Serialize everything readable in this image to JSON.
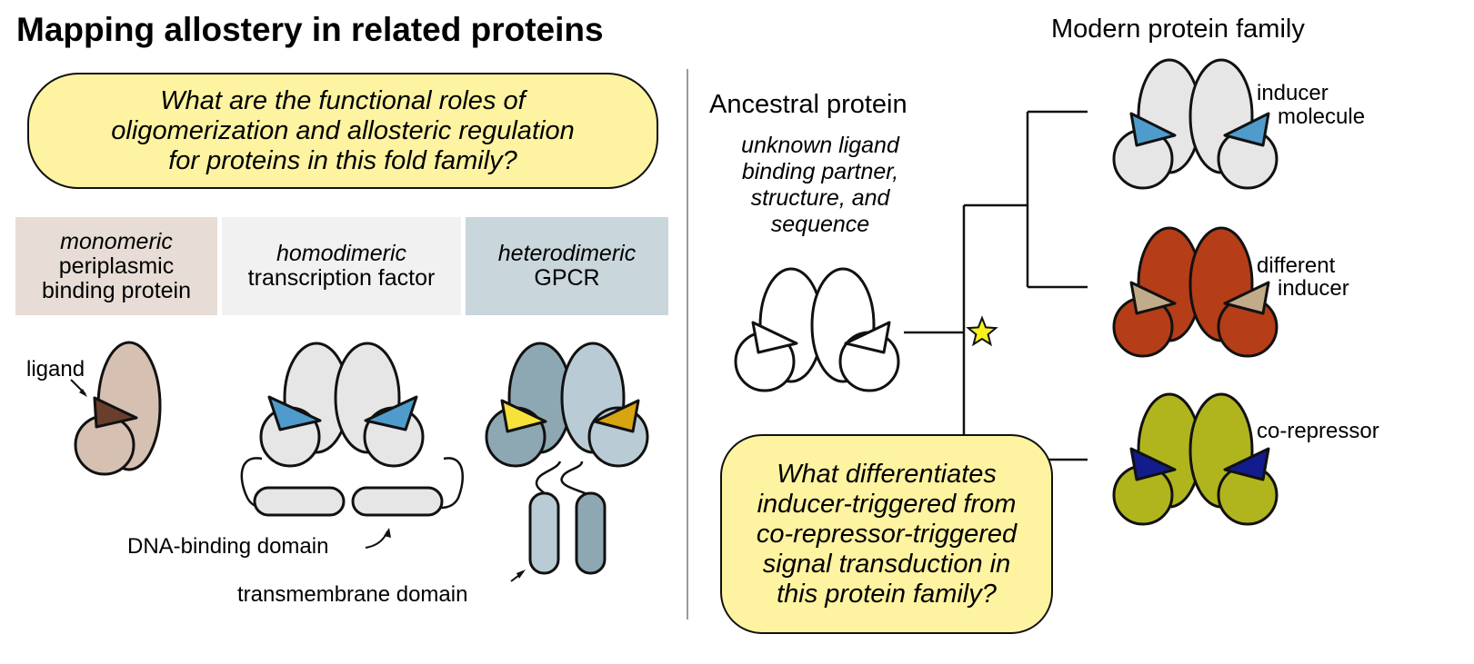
{
  "title": "Mapping allostery in related proteins",
  "question_top": {
    "line1": "What are the functional roles of",
    "line2": "oligomerization and allosteric regulation",
    "line3": "for proteins in this fold family?"
  },
  "categories": [
    {
      "italic": "monomeric",
      "line2": "periplasmic",
      "line3": "binding protein",
      "bg": "#e7ddd6"
    },
    {
      "italic": "homodimeric",
      "line2": "transcription factor",
      "line3": "",
      "bg": "#f1f1f1"
    },
    {
      "italic": "heterodimeric",
      "line2": "GPCR",
      "line3": "",
      "bg": "#c9d6dc"
    }
  ],
  "labels": {
    "ligand": "ligand",
    "dna_binding": "DNA-binding domain",
    "transmembrane": "transmembrane domain"
  },
  "ancestral": {
    "title": "Ancestral protein",
    "desc1": "unknown ligand",
    "desc2": "binding partner,",
    "desc3": "structure, and",
    "desc4": "sequence"
  },
  "modern": {
    "title": "Modern protein family",
    "members": [
      {
        "label1": "inducer",
        "label2": "molecule",
        "body": "#e6e6e6",
        "ligand": "#4f9ccc"
      },
      {
        "label1": "different",
        "label2": "inducer",
        "body": "#b53d18",
        "ligand": "#c2ab89"
      },
      {
        "label1": "co-repressor",
        "label2": "",
        "body": "#b0b51e",
        "ligand": "#121c8c"
      }
    ]
  },
  "question_bottom": {
    "line1": "What differentiates",
    "line2": "inducer-triggered from",
    "line3": "co-repressor-triggered",
    "line4": "signal transduction in",
    "line5": "this protein family?"
  },
  "colors": {
    "monomer_body": "#d5c0b2",
    "monomer_ligand": "#6a3e2c",
    "homodimer_body": "#e6e6e6",
    "homodimer_ligand": "#4f9ccc",
    "gpcr_left": "#8ea8b3",
    "gpcr_right": "#b9ccd6",
    "gpcr_ligand_left": "#f7e23c",
    "gpcr_ligand_right": "#d7a511",
    "star": "#f8f21c"
  }
}
